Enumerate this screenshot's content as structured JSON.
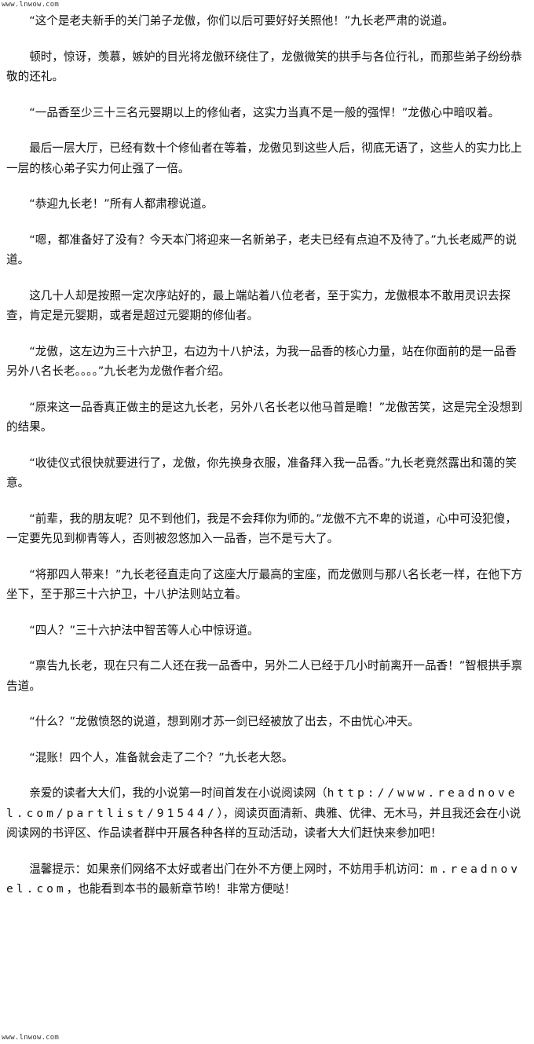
{
  "watermark": {
    "top": "www.lnwow.com",
    "bottom": "www.lnwow.com"
  },
  "paragraphs": [
    "“这个是老夫新手的关门弟子龙傲，你们以后可要好好关照他！”九长老严肃的说道。",
    "顿时，惊讶，羡慕，嫉妒的目光将龙傲环绕住了，龙傲微笑的拱手与各位行礼，而那些弟子纷纷恭敬的还礼。",
    "“一品香至少三十三名元婴期以上的修仙者，这实力当真不是一般的强悍！”龙傲心中暗叹着。",
    "最后一层大厅，已经有数十个修仙者在等着，龙傲见到这些人后，彻底无语了，这些人的实力比上一层的核心弟子实力何止强了一倍。",
    "“恭迎九长老！”所有人都肃穆说道。",
    "“嗯，都准备好了没有？今天本门将迎来一名新弟子，老夫已经有点迫不及待了。”九长老威严的说道。",
    "这几十人却是按照一定次序站好的，最上端站着八位老者，至于实力，龙傲根本不敢用灵识去探查，肯定是元婴期，或者是超过元婴期的修仙者。",
    "“龙傲，这左边为三十六护卫，右边为十八护法，为我一品香的核心力量，站在你面前的是一品香另外八名长老。。。。”九长老为龙傲作者介绍。",
    "“原来这一品香真正做主的是这九长老，另外八名长老以他马首是瞻！”龙傲苦笑，这是完全没想到的结果。",
    "“收徒仪式很快就要进行了，龙傲，你先换身衣服，准备拜入我一品香。”九长老竟然露出和蔼的笑意。",
    "“前辈，我的朋友呢？见不到他们，我是不会拜你为师的。”龙傲不亢不卑的说道，心中可没犯傻，一定要先见到柳青等人，否则被忽悠加入一品香，岂不是亏大了。",
    "“将那四人带来！”九长老径直走向了这座大厅最高的宝座，而龙傲则与那八名长老一样，在他下方坐下，至于那三十六护卫，十八护法则站立着。",
    "“四人？”三十六护法中智苦等人心中惊讶道。",
    "“禀告九长老，现在只有二人还在我一品香中，另外二人已经于几小时前离开一品香！”智根拱手禀告道。",
    "“什么？”龙傲愤怒的说道，想到刚才苏一剑已经被放了出去，不由忧心冲天。",
    "“混账！四个人，准备就会走了二个？”九长老大怒。"
  ],
  "ad": {
    "text1": "亲爱的读者大大们，我的小说第一时间首发在小说阅读网（",
    "url1": "http://www.readnovel.com/partlist/91544/",
    "text2": "），阅读页面清新、典雅、优律、无木马，并且我还会在小说阅读网的书评区、作品读者群中开展各种各样的互动活动，读者大大们赶快来参加吧！"
  },
  "tip": {
    "text1": "温馨提示：如果亲们网络不太好或者出门在外不方便上网时，不妨用手机访问：",
    "url": "m.readnovel.com",
    "text2": "，也能看到本书的最新章节哟！非常方便哒！"
  }
}
